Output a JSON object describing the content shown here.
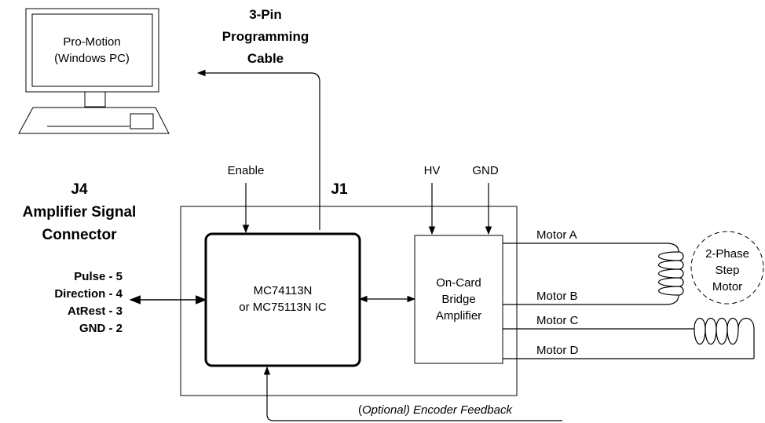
{
  "computer": {
    "line1": "Pro-Motion",
    "line2": "(Windows PC)"
  },
  "cable": {
    "line1": "3-Pin",
    "line2": "Programming",
    "line3": "Cable"
  },
  "j1_label": "J1",
  "j4": {
    "line1": "J4",
    "line2": "Amplifier Signal",
    "line3": "Connector"
  },
  "pins": [
    "Pulse - 5",
    "Direction - 4",
    "AtRest - 3",
    "GND - 2"
  ],
  "enable_label": "Enable",
  "hv_label": "HV",
  "gnd_label": "GND",
  "ic": {
    "line1": "MC74113N",
    "line2": "or MC75113N IC"
  },
  "bridge": {
    "line1": "On-Card",
    "line2": "Bridge",
    "line3": "Amplifier"
  },
  "motor_lines": [
    "Motor A",
    "Motor B",
    "Motor C",
    "Motor D"
  ],
  "motor": {
    "line1": "2-Phase",
    "line2": "Step",
    "line3": "Motor"
  },
  "encoder": {
    "paren_open": "(",
    "optional": "Optional",
    "rest": ") Encoder Feedback"
  }
}
